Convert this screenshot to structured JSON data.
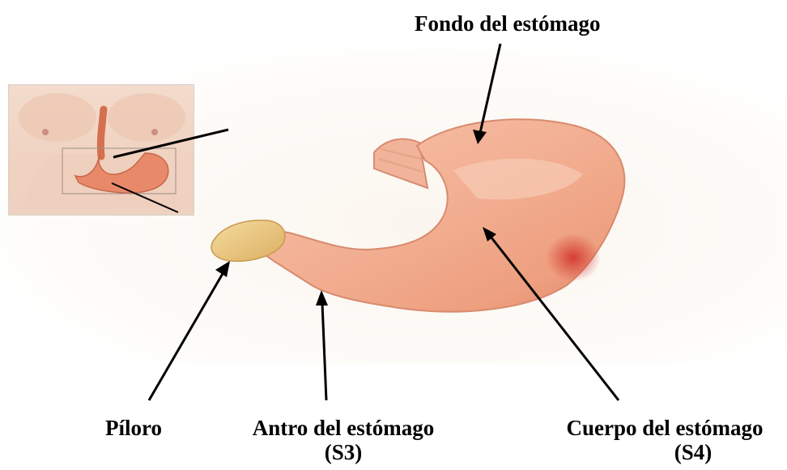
{
  "labels": {
    "fundus": "Fondo del estómago",
    "pylorus": "Píloro",
    "antrum": "Antro del estómago",
    "antrum_code": "(S3)",
    "body": "Cuerpo del estómago",
    "body_code": "(S4)"
  },
  "colors": {
    "stomach_base": "#f1a58a",
    "stomach_light": "#f6c4ad",
    "stomach_dark": "#d9806a",
    "stomach_red": "#d2342c",
    "pylorus": "#f0d08a",
    "skin": "#f0d2c0",
    "arrow": "#000000"
  },
  "icons": [
    "arrow-icon",
    "torso-icon",
    "stomach-icon"
  ]
}
